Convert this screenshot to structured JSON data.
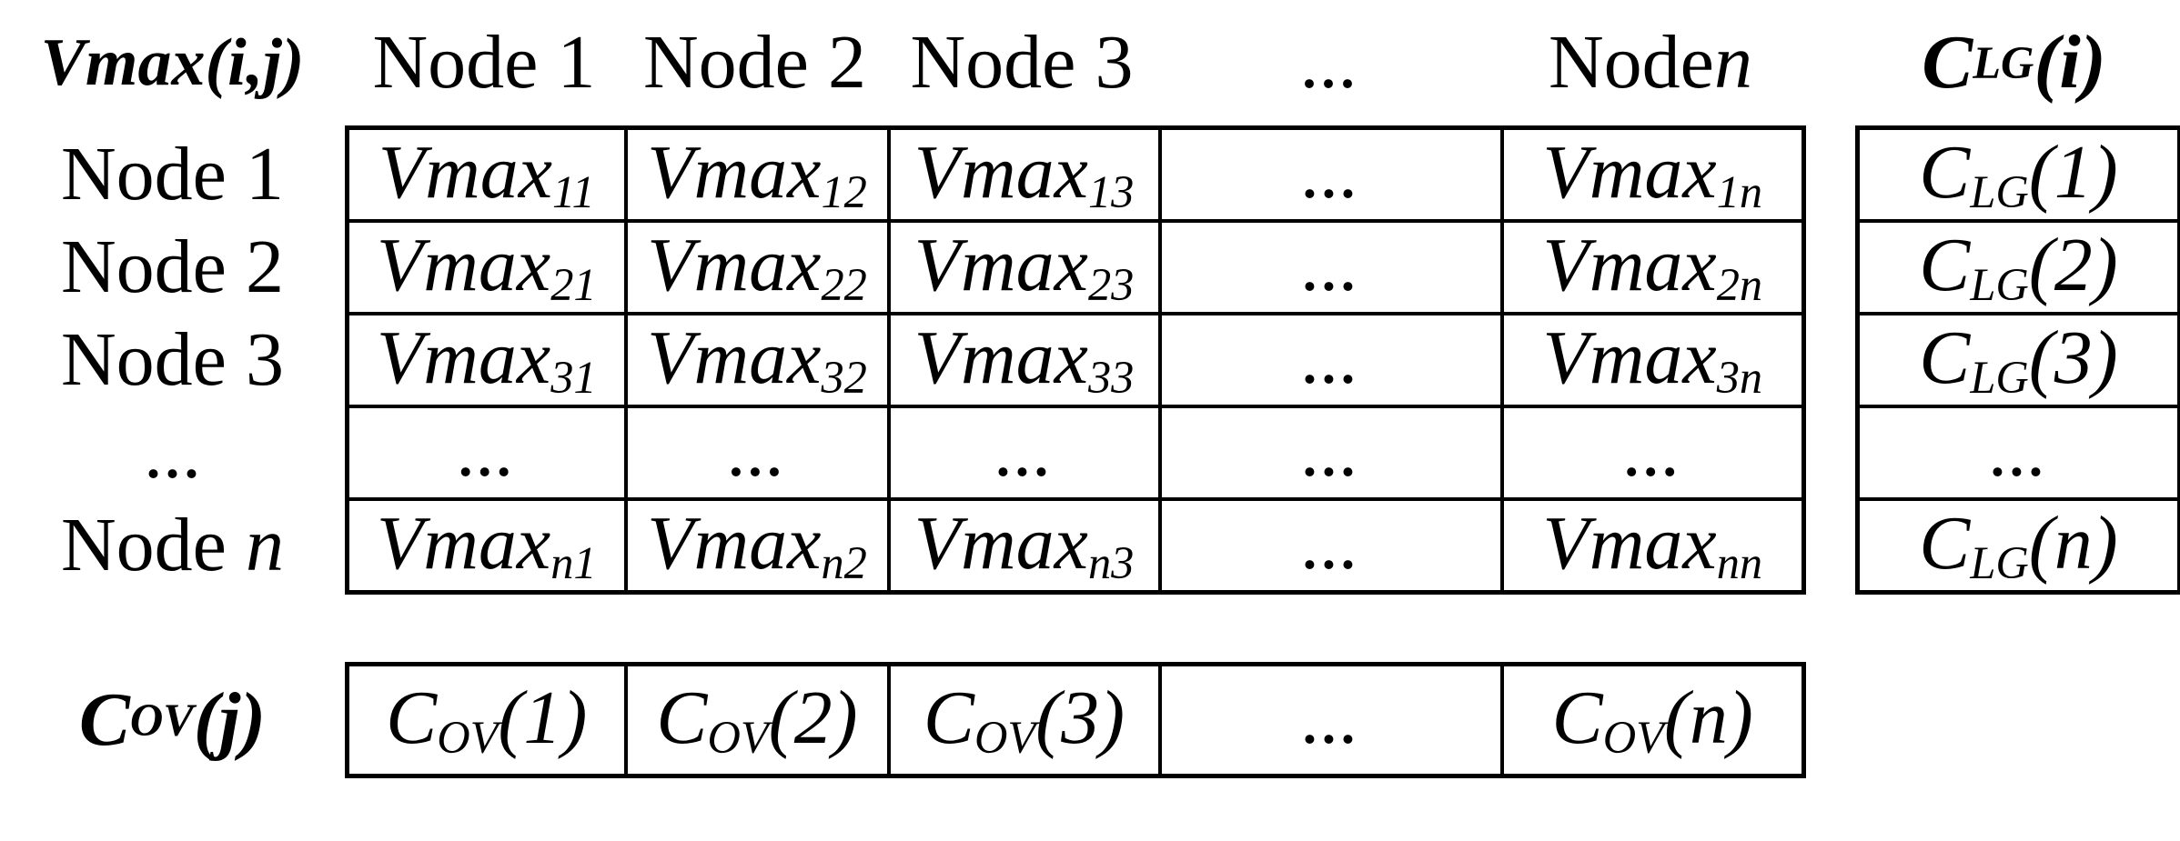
{
  "header": {
    "corner": "Vmax(i,j)",
    "columns": [
      {
        "text": "Node 1",
        "var": ""
      },
      {
        "text": "Node 2",
        "var": ""
      },
      {
        "text": "Node 3",
        "var": ""
      },
      {
        "text": "...",
        "var": ""
      },
      {
        "text": "Node ",
        "var": "n"
      }
    ],
    "clg": {
      "base": "C",
      "sub": "LG",
      "paren": "(i)"
    }
  },
  "row_labels": [
    {
      "text": "Node 1",
      "var": ""
    },
    {
      "text": "Node 2",
      "var": ""
    },
    {
      "text": "Node 3",
      "var": ""
    },
    {
      "text": "...",
      "var": ""
    },
    {
      "text": "Node ",
      "var": "n"
    }
  ],
  "matrix": {
    "rows": [
      [
        {
          "base": "Vmax",
          "sub": "11"
        },
        {
          "base": "Vmax",
          "sub": "12"
        },
        {
          "base": "Vmax",
          "sub": "13"
        },
        {
          "base": "...",
          "sub": ""
        },
        {
          "base": "Vmax",
          "sub": "1n"
        }
      ],
      [
        {
          "base": "Vmax",
          "sub": "21"
        },
        {
          "base": "Vmax",
          "sub": "22"
        },
        {
          "base": "Vmax",
          "sub": "23"
        },
        {
          "base": "...",
          "sub": ""
        },
        {
          "base": "Vmax",
          "sub": "2n"
        }
      ],
      [
        {
          "base": "Vmax",
          "sub": "31"
        },
        {
          "base": "Vmax",
          "sub": "32"
        },
        {
          "base": "Vmax",
          "sub": "33"
        },
        {
          "base": "...",
          "sub": ""
        },
        {
          "base": "Vmax",
          "sub": "3n"
        }
      ],
      [
        {
          "base": "...",
          "sub": ""
        },
        {
          "base": "...",
          "sub": ""
        },
        {
          "base": "...",
          "sub": ""
        },
        {
          "base": "...",
          "sub": ""
        },
        {
          "base": "...",
          "sub": ""
        }
      ],
      [
        {
          "base": "Vmax",
          "sub": "n1"
        },
        {
          "base": "Vmax",
          "sub": "n2"
        },
        {
          "base": "Vmax",
          "sub": "n3"
        },
        {
          "base": "...",
          "sub": ""
        },
        {
          "base": "Vmax",
          "sub": "nn"
        }
      ]
    ]
  },
  "clg_column": [
    {
      "base": "C",
      "sub": "LG",
      "paren": "(1)"
    },
    {
      "base": "C",
      "sub": "LG",
      "paren": "(2)"
    },
    {
      "base": "C",
      "sub": "LG",
      "paren": "(3)"
    },
    {
      "base": "...",
      "sub": "",
      "paren": ""
    },
    {
      "base": "C",
      "sub": "LG",
      "paren": "(n)"
    }
  ],
  "cov_row": {
    "label": {
      "base": "C",
      "sub": "OV",
      "paren": "(j)"
    },
    "cells": [
      {
        "base": "C",
        "sub": "OV",
        "paren": "(1)"
      },
      {
        "base": "C",
        "sub": "OV",
        "paren": "(2)"
      },
      {
        "base": "C",
        "sub": "OV",
        "paren": "(3)"
      },
      {
        "base": "...",
        "sub": "",
        "paren": ""
      },
      {
        "base": "C",
        "sub": "OV",
        "paren": "(n)"
      }
    ]
  },
  "colors": {
    "text": "#000000",
    "background": "#ffffff",
    "border": "#000000"
  }
}
